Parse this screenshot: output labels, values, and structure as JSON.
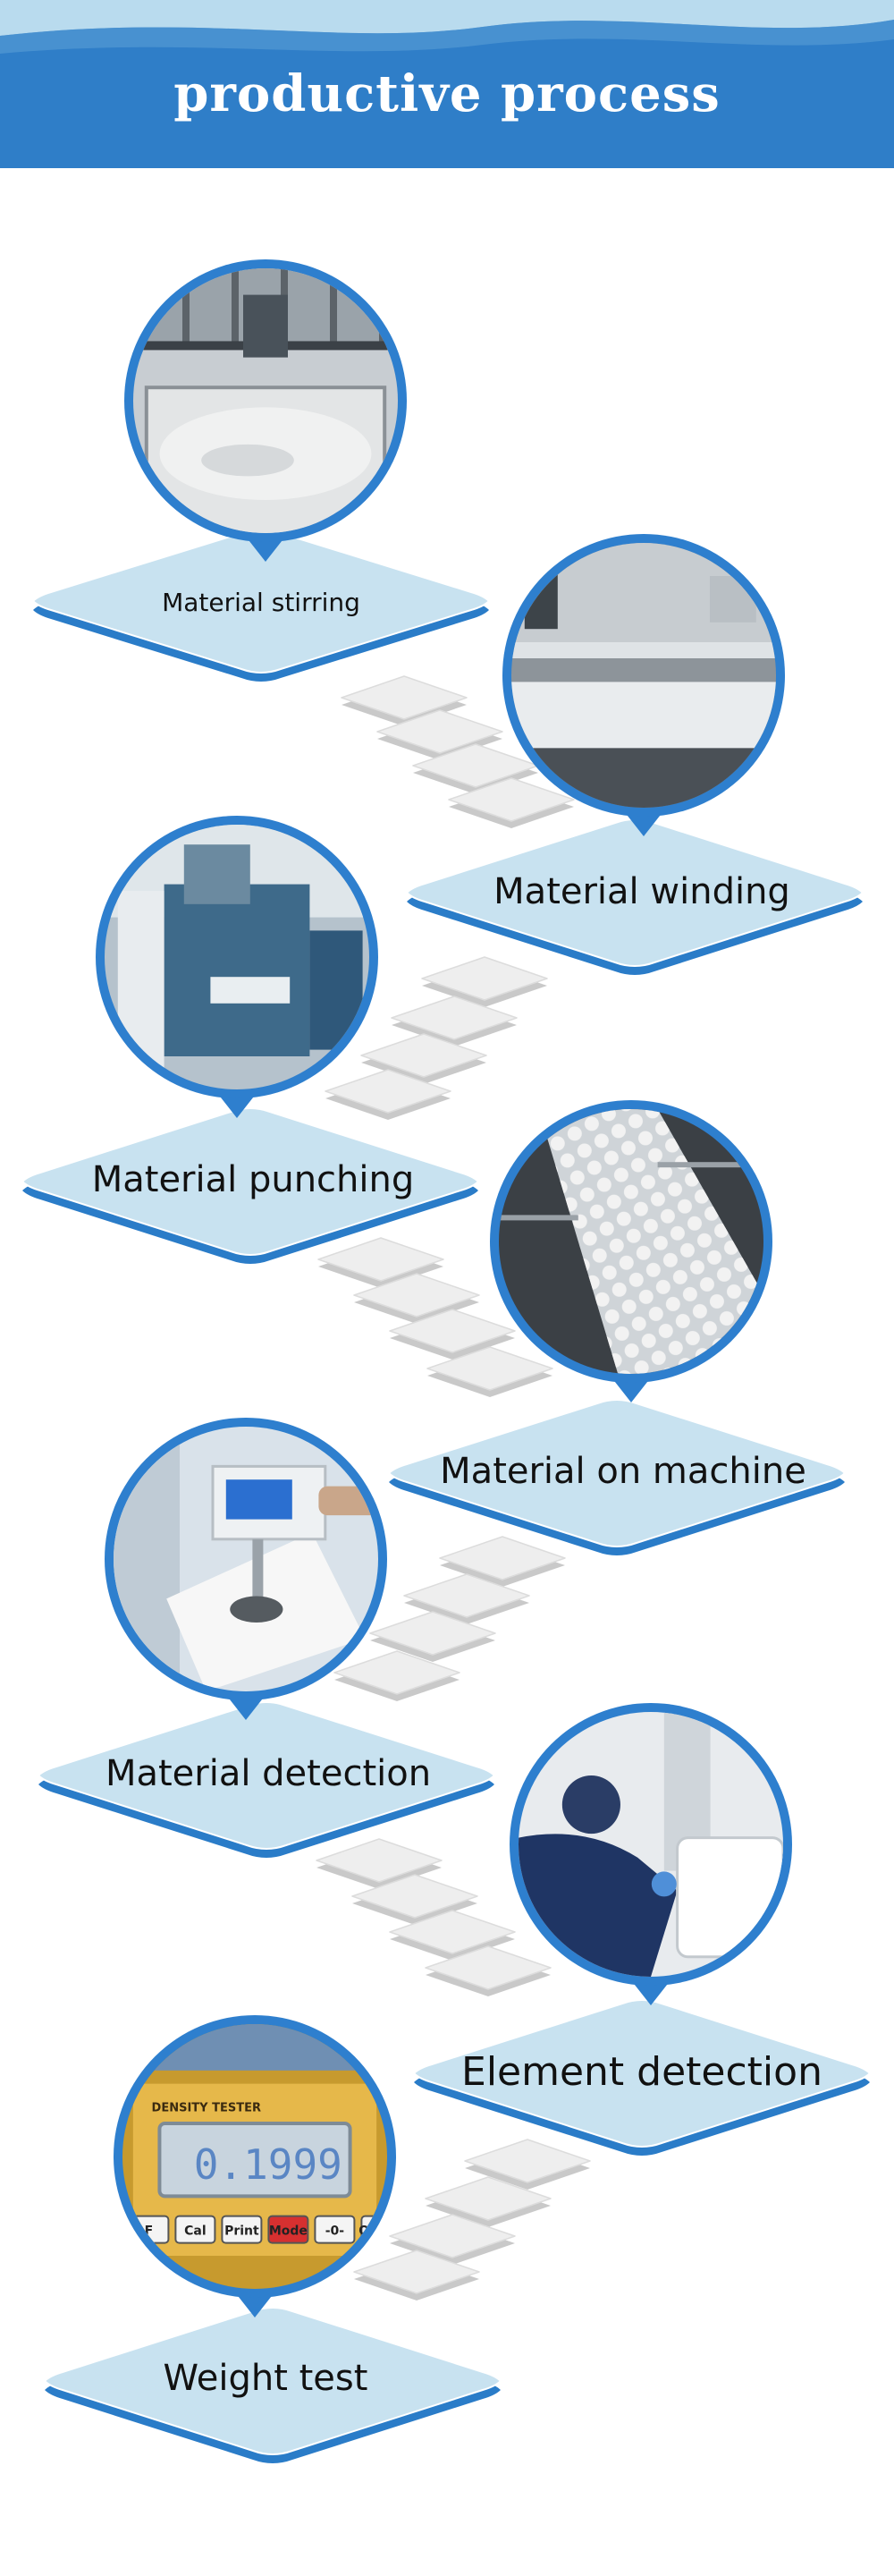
{
  "header": {
    "title": "productive process",
    "bg_color": "#2f7ec8",
    "wave_color": "#b9dbee"
  },
  "colors": {
    "diamond_fill": "#c8e2f0",
    "diamond_edge": "#2a7cc8",
    "ring": "#2e7fce",
    "stair_fill": "#eeeeee"
  },
  "steps": [
    {
      "label": "Material stirring",
      "photo_icon": "mixing-tank-photo"
    },
    {
      "label": "Material winding",
      "photo_icon": "roller-film-photo"
    },
    {
      "label": "Material punching",
      "photo_icon": "punching-machine-photo"
    },
    {
      "label": "Material on machine",
      "photo_icon": "dot-sheet-photo"
    },
    {
      "label": "Material detection",
      "photo_icon": "tester-display-photo"
    },
    {
      "label": "Element detection",
      "photo_icon": "lab-worker-photo"
    },
    {
      "label": "Weight test",
      "photo_icon": "density-tester-photo"
    }
  ],
  "density_tester": {
    "brand": "DENSITY TESTER",
    "reading": "0.1999",
    "buttons": [
      "F",
      "Cal",
      "Print",
      "Mode",
      "-0-",
      "On/Off"
    ]
  }
}
